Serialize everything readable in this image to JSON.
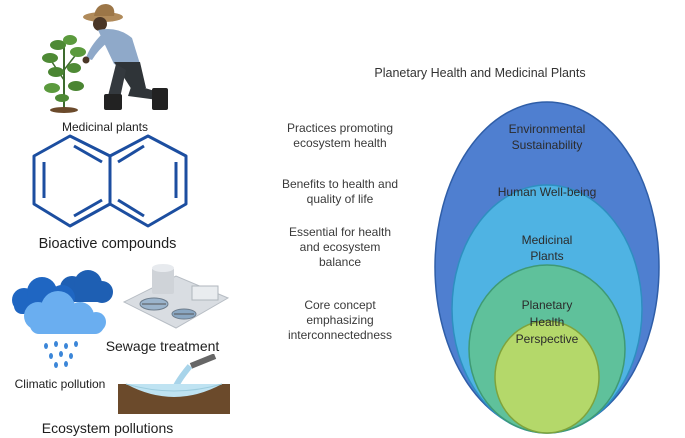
{
  "title": "Planetary Health and Medicinal Plants",
  "left": {
    "medicinal_plants": "Medicinal plants",
    "bioactive_compounds": "Bioactive compounds",
    "sewage_treatment": "Sewage treatment",
    "climatic_pollution": "Climatic pollution",
    "ecosystem_pollutions": "Ecosystem pollutions"
  },
  "descriptions": [
    {
      "line1": "Practices promoting",
      "line2": "ecosystem health",
      "line3": ""
    },
    {
      "line1": "Benefits to health and",
      "line2": "quality of life",
      "line3": ""
    },
    {
      "line1": "Essential for health",
      "line2": "and ecosystem",
      "line3": "balance"
    },
    {
      "line1": "Core concept",
      "line2": "emphasizing",
      "line3": "interconnectedness"
    }
  ],
  "rings": [
    {
      "line1": "Environmental",
      "line2": "Sustainability",
      "color": "#4f7fd0"
    },
    {
      "line1": "Human Well-being",
      "line2": "",
      "color": "#4fb3e3"
    },
    {
      "line1": "Medicinal",
      "line2": "Plants",
      "color": "#5fc19b"
    },
    {
      "line1": "Planetary",
      "line2": "Health",
      "line3": "Perspective",
      "color": "#b4d86a"
    }
  ]
}
